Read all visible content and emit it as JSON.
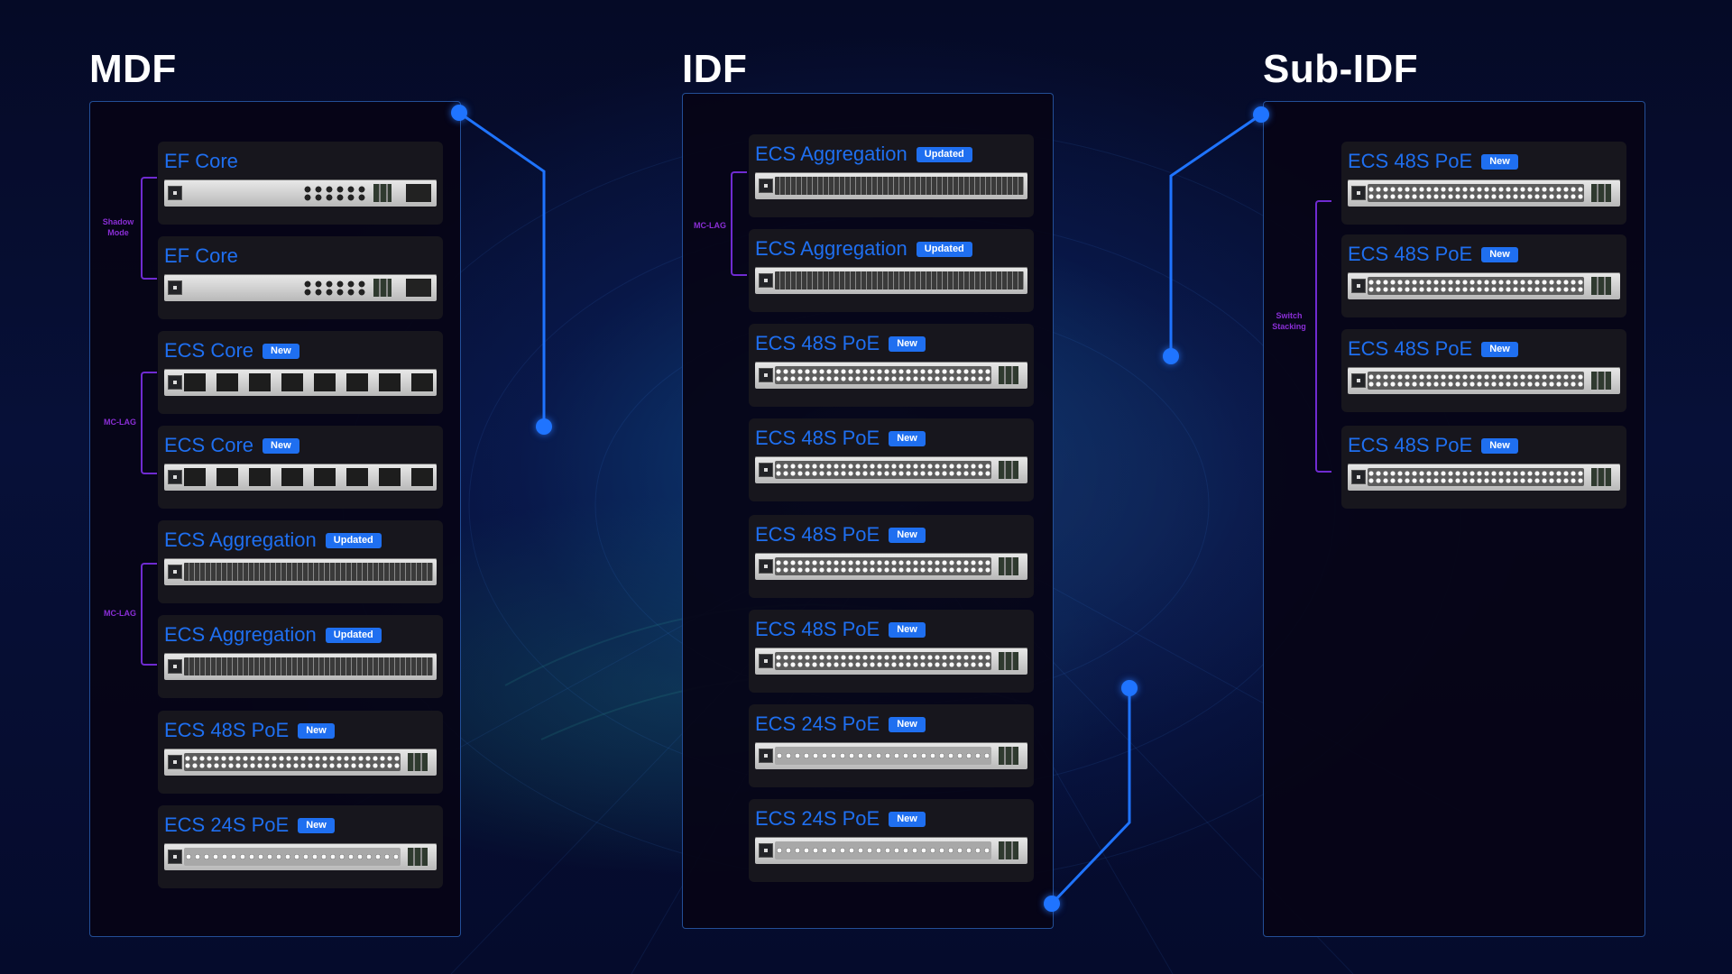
{
  "zones": {
    "mdf": {
      "title": "MDF",
      "groups": [
        "Shadow Mode",
        "MC-LAG",
        "MC-LAG"
      ],
      "cards": [
        {
          "name": "EF Core",
          "badge": "",
          "device": "ef-core"
        },
        {
          "name": "EF Core",
          "badge": "",
          "device": "ef-core"
        },
        {
          "name": "ECS Core",
          "badge": "New",
          "device": "ecs-core"
        },
        {
          "name": "ECS Core",
          "badge": "New",
          "device": "ecs-core"
        },
        {
          "name": "ECS Aggregation",
          "badge": "Updated",
          "device": "ecs-aggregation"
        },
        {
          "name": "ECS Aggregation",
          "badge": "Updated",
          "device": "ecs-aggregation"
        },
        {
          "name": "ECS 48S PoE",
          "badge": "New",
          "device": "ecs-48s-poe"
        },
        {
          "name": "ECS 24S PoE",
          "badge": "New",
          "device": "ecs-24s-poe"
        }
      ]
    },
    "idf": {
      "title": "IDF",
      "groups": [
        "MC-LAG"
      ],
      "cards": [
        {
          "name": "ECS Aggregation",
          "badge": "Updated",
          "device": "ecs-aggregation"
        },
        {
          "name": "ECS Aggregation",
          "badge": "Updated",
          "device": "ecs-aggregation"
        },
        {
          "name": "ECS 48S PoE",
          "badge": "New",
          "device": "ecs-48s-poe"
        },
        {
          "name": "ECS 48S PoE",
          "badge": "New",
          "device": "ecs-48s-poe"
        },
        {
          "name": "ECS 48S PoE",
          "badge": "New",
          "device": "ecs-48s-poe"
        },
        {
          "name": "ECS 48S PoE",
          "badge": "New",
          "device": "ecs-48s-poe"
        },
        {
          "name": "ECS 24S PoE",
          "badge": "New",
          "device": "ecs-24s-poe"
        },
        {
          "name": "ECS 24S PoE",
          "badge": "New",
          "device": "ecs-24s-poe"
        }
      ]
    },
    "subidf": {
      "title": "Sub-IDF",
      "groups": [
        "Switch Stacking"
      ],
      "cards": [
        {
          "name": "ECS 48S PoE",
          "badge": "New",
          "device": "ecs-48s-poe"
        },
        {
          "name": "ECS 48S PoE",
          "badge": "New",
          "device": "ecs-48s-poe"
        },
        {
          "name": "ECS 48S PoE",
          "badge": "New",
          "device": "ecs-48s-poe"
        },
        {
          "name": "ECS 48S PoE",
          "badge": "New",
          "device": "ecs-48s-poe"
        }
      ]
    }
  },
  "colors": {
    "accent": "#1f6ff0",
    "group_bracket": "#6f2bd1",
    "card_bg": "#17161d",
    "panel_border": "#3c8cff"
  }
}
